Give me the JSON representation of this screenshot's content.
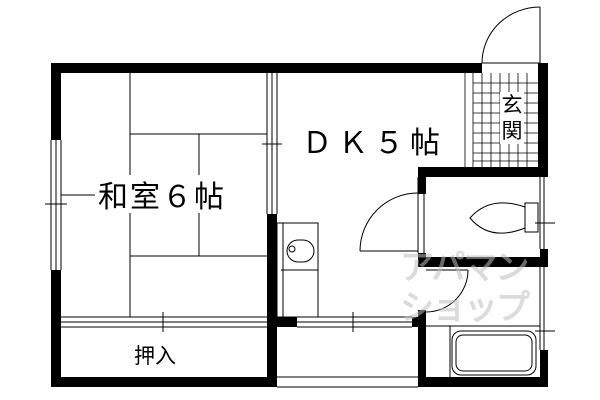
{
  "floor_plan": {
    "rooms": [
      {
        "id": "washitsu",
        "label": "和室６帖",
        "type": "japanese-style room",
        "size_jo": 6
      },
      {
        "id": "dk",
        "label": "ＤＫ５帖",
        "type": "dining kitchen",
        "size_jo": 5
      },
      {
        "id": "oshiire",
        "label": "押入",
        "type": "closet"
      },
      {
        "id": "genkan",
        "label": "玄関",
        "type": "entrance"
      },
      {
        "id": "toilet",
        "label": "",
        "type": "toilet"
      },
      {
        "id": "bath",
        "label": "",
        "type": "bathroom"
      }
    ],
    "watermark": {
      "line1": "アパマン",
      "line2": "ショップ"
    },
    "colors": {
      "wall": "#000000",
      "background": "#ffffff",
      "watermark": "#bebebe"
    }
  }
}
